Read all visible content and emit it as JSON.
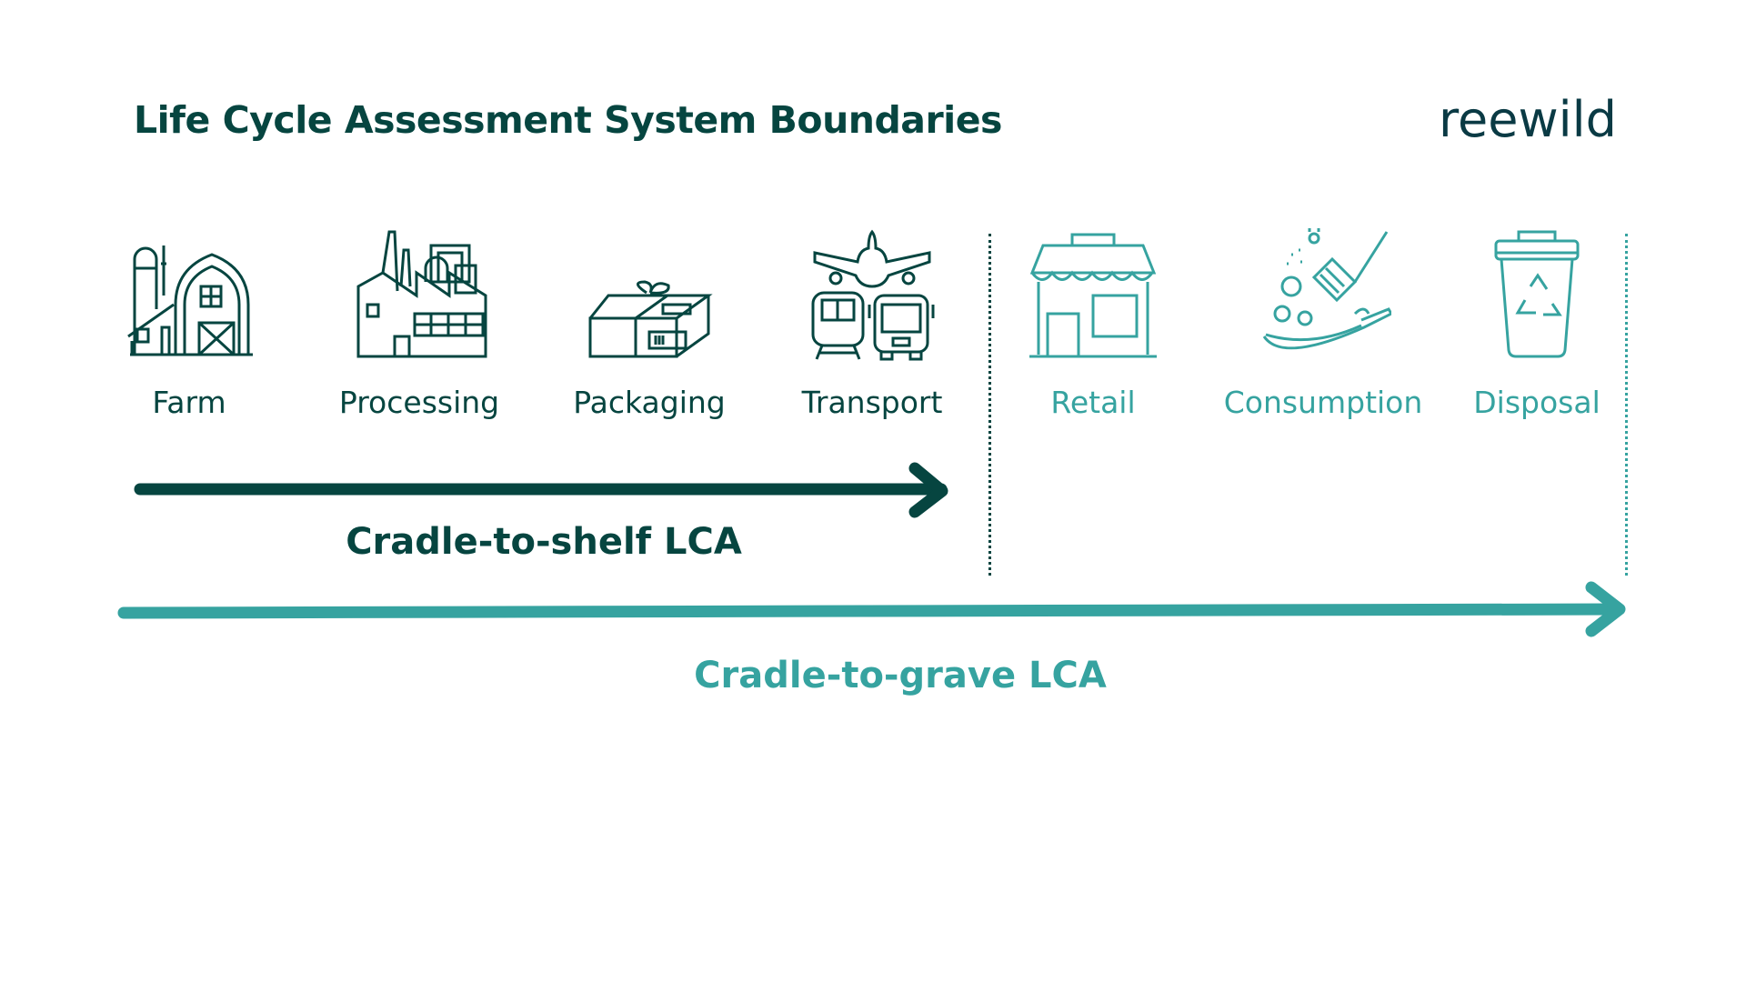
{
  "header": {
    "title": "Life Cycle Assessment System Boundaries",
    "logo": "reewild"
  },
  "stages": [
    {
      "label": "Farm",
      "icon": "barn-icon"
    },
    {
      "label": "Processing",
      "icon": "factory-icon"
    },
    {
      "label": "Packaging",
      "icon": "package-icon"
    },
    {
      "label": "Transport",
      "icon": "transport-icon"
    },
    {
      "label": "Retail",
      "icon": "store-icon"
    },
    {
      "label": "Consumption",
      "icon": "cooking-pan-icon"
    },
    {
      "label": "Disposal",
      "icon": "recycle-bin-icon"
    }
  ],
  "boundaries": {
    "shelf": "Cradle-to-shelf LCA",
    "grave": "Cradle-to-grave LCA"
  },
  "colors": {
    "dark": "#064540",
    "teal": "#36a3a0"
  }
}
